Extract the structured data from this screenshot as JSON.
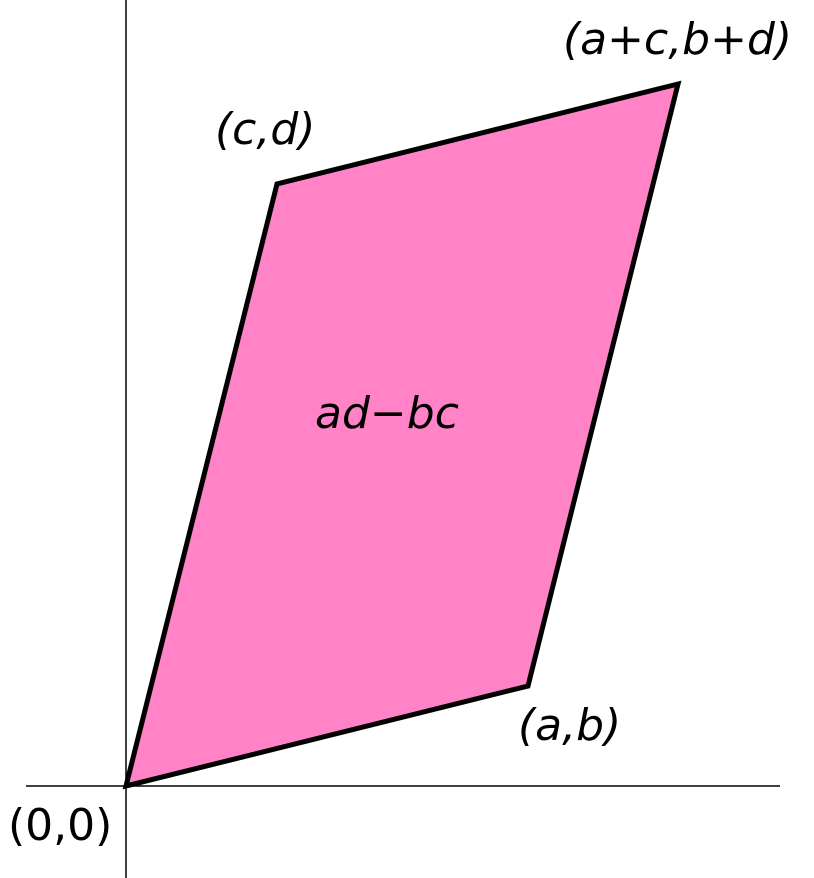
{
  "figure": {
    "fill_color": "#FF83C6",
    "stroke_color": "#000000",
    "axis_color": "#000000"
  },
  "labels": {
    "origin": "(0,0)",
    "point_ab": "(a,b)",
    "point_cd": "(c,d)",
    "point_sum": "(a+c,b+d)",
    "area": "ad−bc"
  }
}
